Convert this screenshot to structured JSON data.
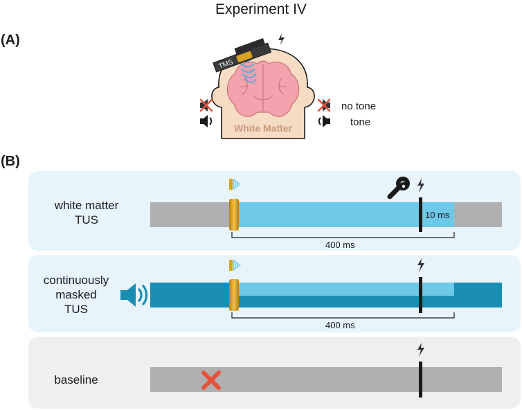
{
  "title": "Experiment IV",
  "panel_a": {
    "letter": "(A)",
    "tms_label": "TMS",
    "brain_label": "White Matter",
    "legend": [
      {
        "label": "no tone",
        "icon": "muted-speaker-icon"
      },
      {
        "label": "tone",
        "icon": "speaker-icon"
      }
    ]
  },
  "panel_b": {
    "letter": "(B)",
    "rows": [
      {
        "label": "white matter\nTUS",
        "pulse_label": "10 ms",
        "duration_label": "400 ms",
        "background": "#e7f4fb"
      },
      {
        "label": "continuously\nmasked\nTUS",
        "duration_label": "400 ms",
        "background": "#e7f4fb"
      },
      {
        "label": "baseline",
        "background": "#efefef"
      }
    ]
  },
  "colors": {
    "grey_bar": "#b0b0b0",
    "tus_blue": "#6ec8e8",
    "mask_teal": "#1a8db3",
    "tms_marker": "#1a1a1a",
    "transducer_gold": "#d8a21e",
    "cross_red": "#e5533d",
    "head_skin": "#f6dcc2",
    "brain_pink": "#f3a3ad"
  }
}
